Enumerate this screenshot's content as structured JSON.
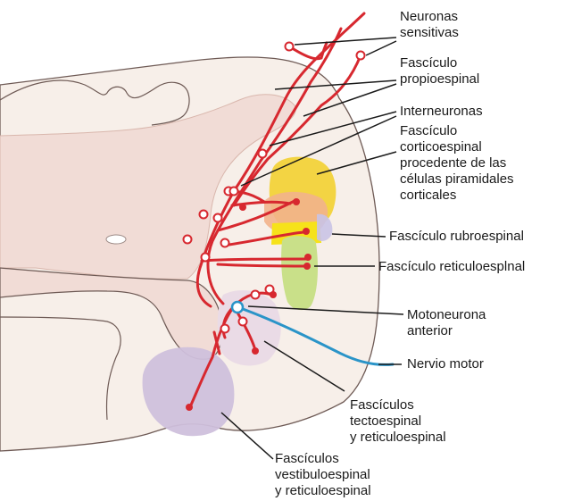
{
  "colors": {
    "cord_fill": "#f7efe9",
    "cord_outline": "#6e5a55",
    "gray_matter": "#f1dcd6",
    "pathway_red": "#d7282f",
    "nerve_blue": "#2a94c8",
    "corticospinal": "#f2d23a",
    "rubrospinal_orange": "#f2b28c",
    "rubrospinal_yellow": "#f6e21a",
    "reticulospinal_green": "#c9e089",
    "vestibulospinal": "#cfc0dc",
    "tectospinal": "#eadbe6",
    "leader_line": "#1a1a1a"
  },
  "labels": {
    "neuronas_1": "Neuronas",
    "neuronas_2": "sensitivas",
    "propio_1": "Fascículo",
    "propio_2": "propioespinal",
    "interneuronas": "Interneuronas",
    "cortico_1": "Fascículo",
    "cortico_2": "corticoespinal",
    "cortico_3": "procedente de las",
    "cortico_4": "células piramidales",
    "cortico_5": "corticales",
    "rubro": "Fascículo rubroespinal",
    "reticulo": "Fascículo reticuloesplnal",
    "moto_1": "Motoneurona",
    "moto_2": "anterior",
    "nervio": "Nervio motor",
    "tecto_1": "Fascículos",
    "tecto_2": "tectoespinal",
    "tecto_3": "y reticuloespinal",
    "vestibulo_1": "Fascículos",
    "vestibulo_2": "vestibuloespinal",
    "vestibulo_3": "y reticuloespinal"
  }
}
